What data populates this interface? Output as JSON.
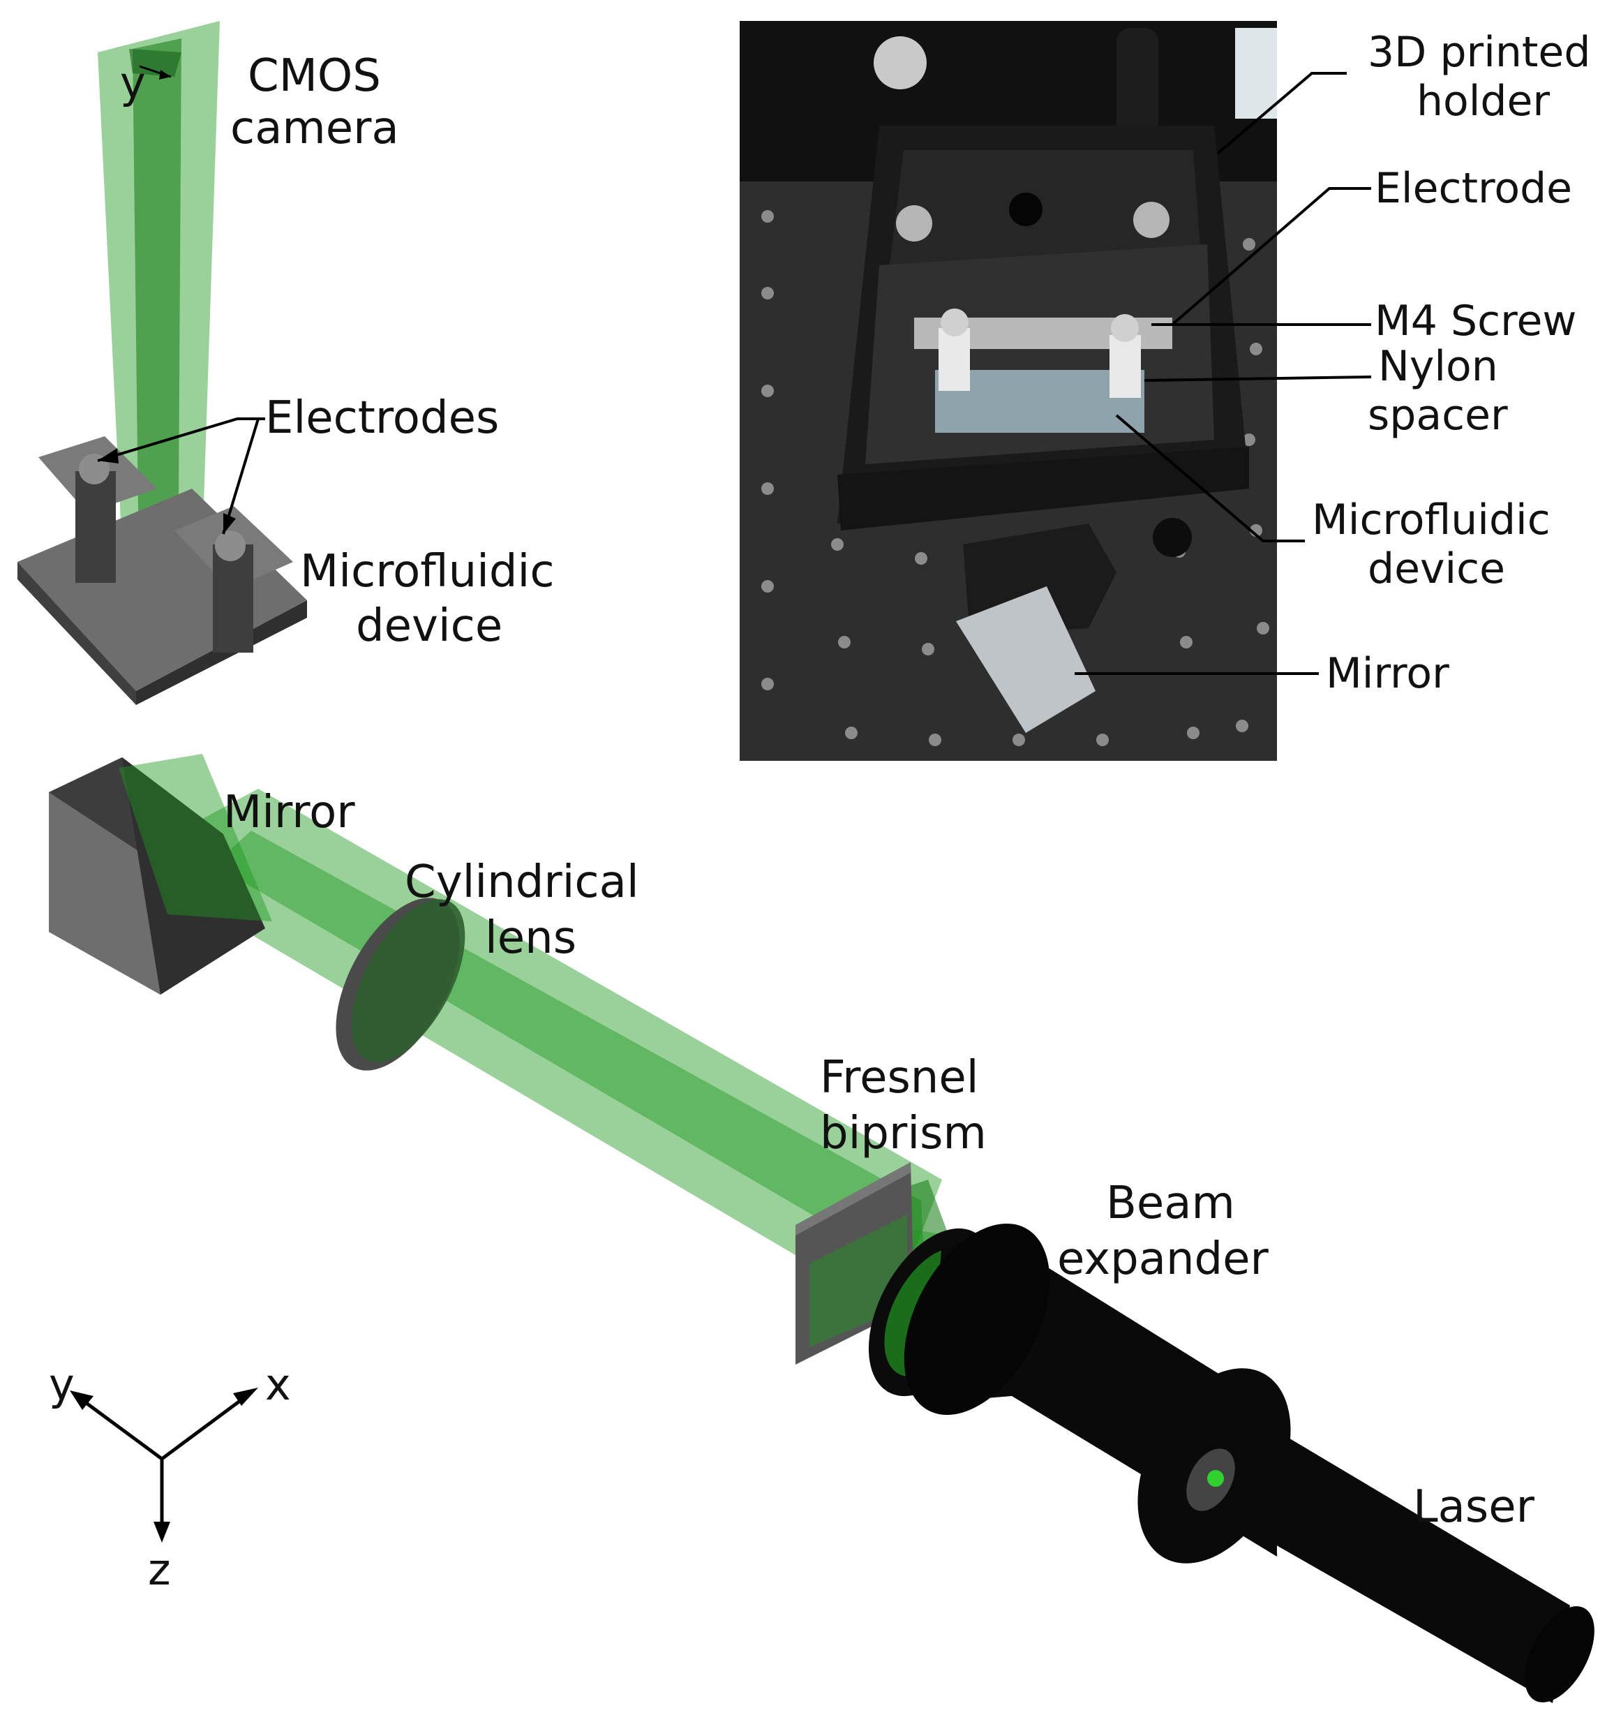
{
  "labels": {
    "cmos_line1": "CMOS",
    "cmos_line2": "camera",
    "camera_axis": "y",
    "electrodes": "Electrodes",
    "microfluidic_line1": "Microfluidic",
    "microfluidic_line2": "device",
    "mirror": "Mirror",
    "cyl_line1": "Cylindrical",
    "cyl_line2": "lens",
    "fresnel_line1": "Fresnel",
    "fresnel_line2": "biprism",
    "beamexp_line1": "Beam",
    "beamexp_line2": "expander",
    "laser": "Laser"
  },
  "axes": {
    "x": "x",
    "y": "y",
    "z": "z"
  },
  "inset": {
    "holder_line1": "3D printed",
    "holder_line2": "holder",
    "electrode": "Electrode",
    "m4_screw": "M4 Screw",
    "nylon_line1": "Nylon",
    "nylon_line2": "spacer",
    "micro_line1": "Microfluidic",
    "micro_line2": "device",
    "mirror": "Mirror"
  },
  "colors": {
    "beam": "#1f9a1f",
    "hardware_dark": "#1a1a1a",
    "hardware_grey": "#6b6b6b",
    "photo_background": "#2b2b2b"
  }
}
